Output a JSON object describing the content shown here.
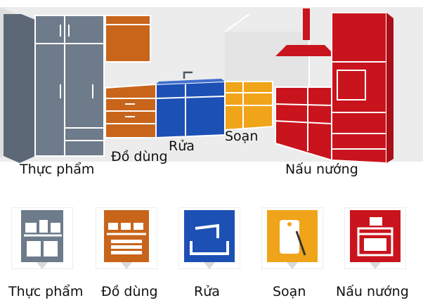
{
  "zones": [
    {
      "id": "food",
      "label": "Thực phẩm",
      "color": "#6d7b8a"
    },
    {
      "id": "utensils",
      "label": "Đồ dùng",
      "color": "#c8651b"
    },
    {
      "id": "wash",
      "label": "Rửa",
      "color": "#1d50b5"
    },
    {
      "id": "prep",
      "label": "Soạn",
      "color": "#f0a419"
    },
    {
      "id": "cook",
      "label": "Nấu nướng",
      "color": "#c9141d"
    }
  ],
  "categories": [
    {
      "id": "food",
      "label": "Thực phẩm",
      "icon": "refrigerator-shelf-icon",
      "color": "#6d7b8a"
    },
    {
      "id": "utensils",
      "label": "Đồ dùng",
      "icon": "dishes-cups-icon",
      "color": "#c8651b"
    },
    {
      "id": "wash",
      "label": "Rửa",
      "icon": "sink-faucet-icon",
      "color": "#1d50b5"
    },
    {
      "id": "prep",
      "label": "Soạn",
      "icon": "cutting-board-knife-icon",
      "color": "#f0a419"
    },
    {
      "id": "cook",
      "label": "Nấu nướng",
      "icon": "stove-pot-icon",
      "color": "#c9141d"
    }
  ]
}
